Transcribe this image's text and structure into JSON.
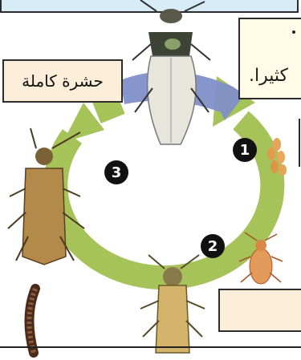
{
  "labels": {
    "adult_stage": "حشرة كاملة",
    "note_text": "كثيرا."
  },
  "steps": [
    "1",
    "2",
    "3"
  ],
  "colors": {
    "cycle_ring": "#a6c35a",
    "arrow_blue": "#7f8fc8",
    "label_fill": "#fdeeda",
    "banner_fill": "#d7ecf7"
  }
}
